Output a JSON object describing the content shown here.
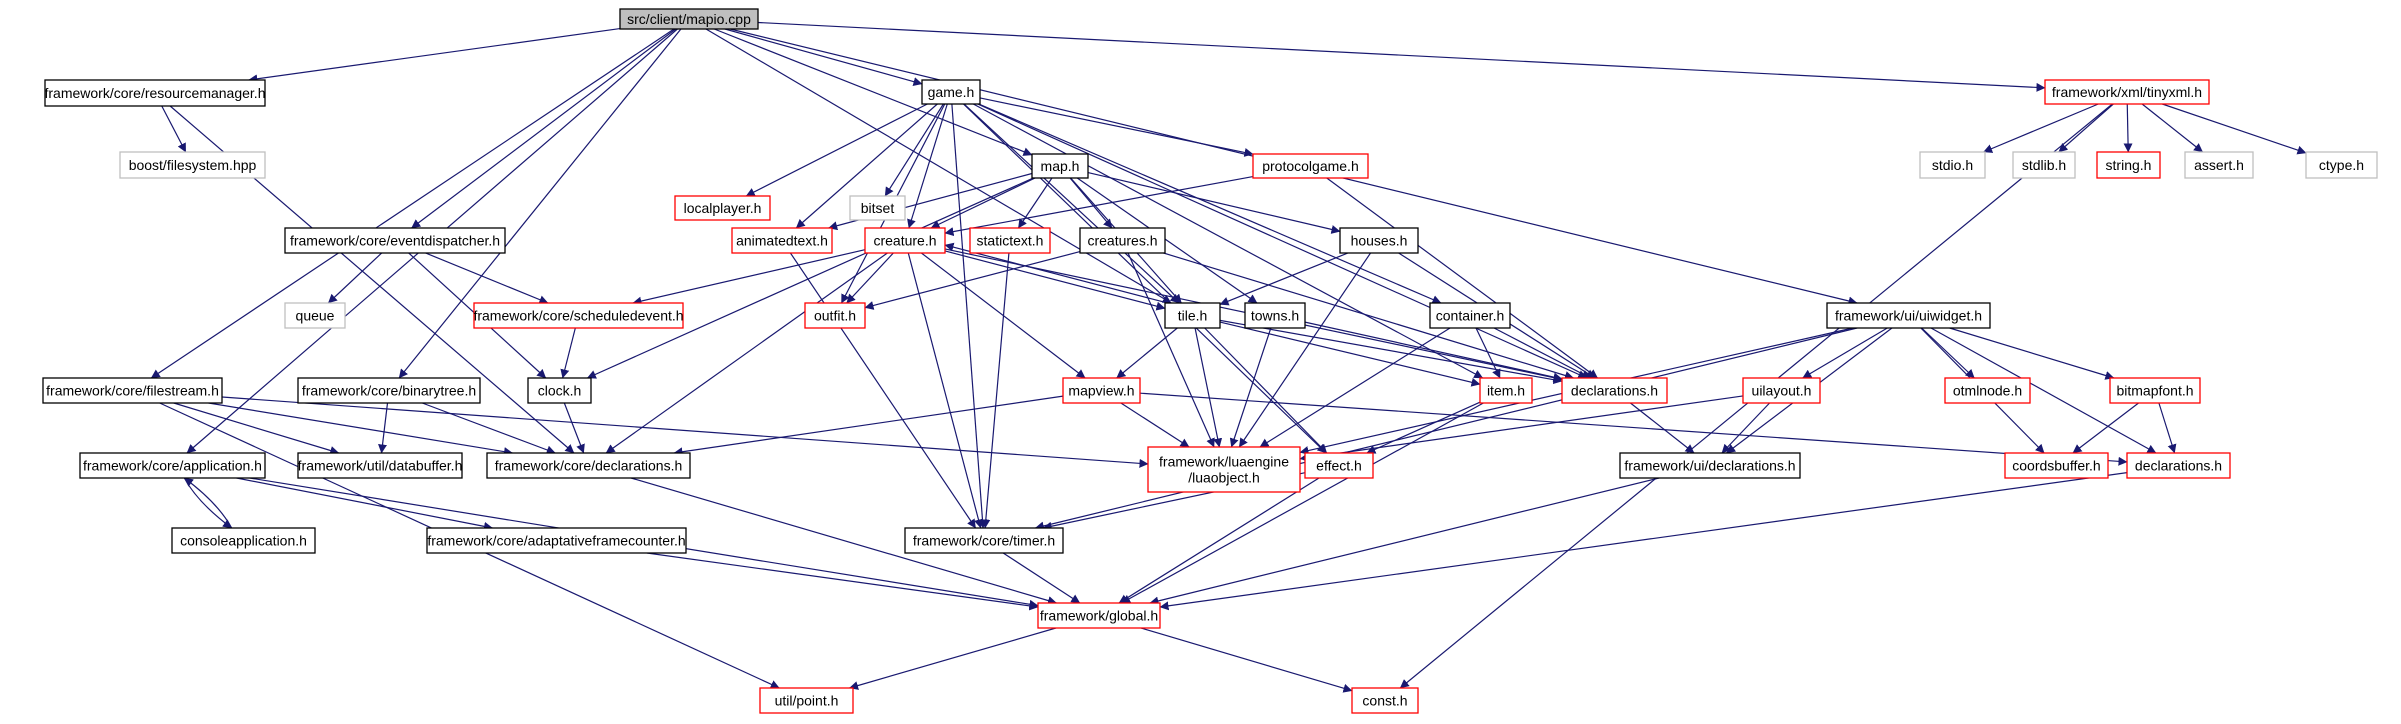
{
  "colors": {
    "edge": "#191970",
    "border_default": "#000000",
    "border_missing": "#bfbfbf",
    "border_red": "#ff0000",
    "fill_root": "#bfbfbf",
    "fill_default": "#ffffff",
    "text": "#000000"
  },
  "nodes": [
    {
      "id": "mapio",
      "label": "src/client/mapio.cpp",
      "style": "root"
    },
    {
      "id": "resourcemanager",
      "label": "framework/core/resourcemanager.h",
      "style": "default"
    },
    {
      "id": "boostfs",
      "label": "boost/filesystem.hpp",
      "style": "missing"
    },
    {
      "id": "game",
      "label": "game.h",
      "style": "default"
    },
    {
      "id": "localplayer",
      "label": "localplayer.h",
      "style": "red"
    },
    {
      "id": "bitset",
      "label": "bitset",
      "style": "missing"
    },
    {
      "id": "mapsrc",
      "label": "map.h",
      "style": "default"
    },
    {
      "id": "protocolgame",
      "label": "protocolgame.h",
      "style": "red"
    },
    {
      "id": "tinyxml",
      "label": "framework/xml/tinyxml.h",
      "style": "red"
    },
    {
      "id": "stdio",
      "label": "stdio.h",
      "style": "missing"
    },
    {
      "id": "stdlib",
      "label": "stdlib.h",
      "style": "missing"
    },
    {
      "id": "stringh",
      "label": "string.h",
      "style": "red"
    },
    {
      "id": "asserth",
      "label": "assert.h",
      "style": "missing"
    },
    {
      "id": "ctype",
      "label": "ctype.h",
      "style": "missing"
    },
    {
      "id": "eventdispatcher",
      "label": "framework/core/eventdispatcher.h",
      "style": "default"
    },
    {
      "id": "animatedtext",
      "label": "animatedtext.h",
      "style": "red"
    },
    {
      "id": "creature",
      "label": "creature.h",
      "style": "red"
    },
    {
      "id": "statictext",
      "label": "statictext.h",
      "style": "red"
    },
    {
      "id": "creatures",
      "label": "creatures.h",
      "style": "default"
    },
    {
      "id": "houses",
      "label": "houses.h",
      "style": "default"
    },
    {
      "id": "queue",
      "label": "queue",
      "style": "missing"
    },
    {
      "id": "scheduledevent",
      "label": "framework/core/scheduledevent.h",
      "style": "red"
    },
    {
      "id": "outfit",
      "label": "outfit.h",
      "style": "red"
    },
    {
      "id": "tile",
      "label": "tile.h",
      "style": "default"
    },
    {
      "id": "towns",
      "label": "towns.h",
      "style": "default"
    },
    {
      "id": "container",
      "label": "container.h",
      "style": "default"
    },
    {
      "id": "uiwidget",
      "label": "framework/ui/uiwidget.h",
      "style": "default"
    },
    {
      "id": "filestream",
      "label": "framework/core/filestream.h",
      "style": "default"
    },
    {
      "id": "binarytree",
      "label": "framework/core/binarytree.h",
      "style": "default"
    },
    {
      "id": "clock",
      "label": "clock.h",
      "style": "default"
    },
    {
      "id": "mapview",
      "label": "mapview.h",
      "style": "red"
    },
    {
      "id": "item",
      "label": "item.h",
      "style": "red"
    },
    {
      "id": "declarations",
      "label": "declarations.h",
      "style": "red"
    },
    {
      "id": "uilayout",
      "label": "uilayout.h",
      "style": "red"
    },
    {
      "id": "otmlnode",
      "label": "otmlnode.h",
      "style": "red"
    },
    {
      "id": "bitmapfont",
      "label": "bitmapfont.h",
      "style": "red"
    },
    {
      "id": "application",
      "label": "framework/core/application.h",
      "style": "default"
    },
    {
      "id": "databuffer",
      "label": "framework/util/databuffer.h",
      "style": "default"
    },
    {
      "id": "coredecl",
      "label": "framework/core/declarations.h",
      "style": "default"
    },
    {
      "id": "luaobject",
      "label": "framework/luaengine\n/luaobject.h",
      "style": "red"
    },
    {
      "id": "effect",
      "label": "effect.h",
      "style": "red"
    },
    {
      "id": "uidecl",
      "label": "framework/ui/declarations.h",
      "style": "default"
    },
    {
      "id": "coordsbuffer",
      "label": "coordsbuffer.h",
      "style": "red"
    },
    {
      "id": "declarations2",
      "label": "declarations.h",
      "style": "red"
    },
    {
      "id": "consoleapp",
      "label": "consoleapplication.h",
      "style": "default"
    },
    {
      "id": "adaptivefc",
      "label": "framework/core/adaptativeframecounter.h",
      "style": "default"
    },
    {
      "id": "timer",
      "label": "framework/core/timer.h",
      "style": "default"
    },
    {
      "id": "global",
      "label": "framework/global.h",
      "style": "red"
    },
    {
      "id": "point",
      "label": "util/point.h",
      "style": "red"
    },
    {
      "id": "consth",
      "label": "const.h",
      "style": "red"
    }
  ],
  "edges": [
    [
      "mapio",
      "resourcemanager"
    ],
    [
      "mapio",
      "game"
    ],
    [
      "mapio",
      "mapsrc"
    ],
    [
      "mapio",
      "tinyxml"
    ],
    [
      "mapio",
      "eventdispatcher"
    ],
    [
      "mapio",
      "binarytree"
    ],
    [
      "mapio",
      "filestream"
    ],
    [
      "mapio",
      "application"
    ],
    [
      "mapio",
      "tile"
    ],
    [
      "mapio",
      "uiwidget"
    ],
    [
      "resourcemanager",
      "boostfs"
    ],
    [
      "resourcemanager",
      "coredecl"
    ],
    [
      "tinyxml",
      "stdio"
    ],
    [
      "tinyxml",
      "stdlib"
    ],
    [
      "tinyxml",
      "stringh"
    ],
    [
      "tinyxml",
      "asserth"
    ],
    [
      "tinyxml",
      "ctype"
    ],
    [
      "tinyxml",
      "consth"
    ],
    [
      "game",
      "localplayer"
    ],
    [
      "game",
      "bitset"
    ],
    [
      "game",
      "protocolgame"
    ],
    [
      "game",
      "animatedtext"
    ],
    [
      "game",
      "creature"
    ],
    [
      "game",
      "outfit"
    ],
    [
      "game",
      "container"
    ],
    [
      "game",
      "item"
    ],
    [
      "game",
      "declarations"
    ],
    [
      "game",
      "effect"
    ],
    [
      "game",
      "timer"
    ],
    [
      "game",
      "tile"
    ],
    [
      "mapsrc",
      "creature"
    ],
    [
      "mapsrc",
      "animatedtext"
    ],
    [
      "mapsrc",
      "statictext"
    ],
    [
      "mapsrc",
      "creatures"
    ],
    [
      "mapsrc",
      "houses"
    ],
    [
      "mapsrc",
      "towns"
    ],
    [
      "mapsrc",
      "tile"
    ],
    [
      "mapsrc",
      "clock"
    ],
    [
      "protocolgame",
      "creature"
    ],
    [
      "protocolgame",
      "declarations"
    ],
    [
      "eventdispatcher",
      "queue"
    ],
    [
      "eventdispatcher",
      "scheduledevent"
    ],
    [
      "eventdispatcher",
      "clock"
    ],
    [
      "animatedtext",
      "timer"
    ],
    [
      "creature",
      "scheduledevent"
    ],
    [
      "creature",
      "outfit"
    ],
    [
      "creature",
      "tile"
    ],
    [
      "creature",
      "mapview"
    ],
    [
      "creature",
      "coredecl"
    ],
    [
      "creature",
      "timer"
    ],
    [
      "creature",
      "declarations"
    ],
    [
      "statictext",
      "timer"
    ],
    [
      "creatures",
      "outfit"
    ],
    [
      "creatures",
      "luaobject"
    ],
    [
      "creatures",
      "declarations"
    ],
    [
      "houses",
      "tile"
    ],
    [
      "houses",
      "luaobject"
    ],
    [
      "houses",
      "declarations"
    ],
    [
      "scheduledevent",
      "clock"
    ],
    [
      "tile",
      "creature"
    ],
    [
      "tile",
      "mapview"
    ],
    [
      "tile",
      "luaobject"
    ],
    [
      "tile",
      "effect"
    ],
    [
      "tile",
      "item"
    ],
    [
      "tile",
      "declarations"
    ],
    [
      "towns",
      "luaobject"
    ],
    [
      "towns",
      "declarations"
    ],
    [
      "container",
      "item"
    ],
    [
      "container",
      "luaobject"
    ],
    [
      "container",
      "declarations"
    ],
    [
      "uiwidget",
      "uilayout"
    ],
    [
      "uiwidget",
      "otmlnode"
    ],
    [
      "uiwidget",
      "bitmapfont"
    ],
    [
      "uiwidget",
      "coordsbuffer"
    ],
    [
      "uiwidget",
      "declarations2"
    ],
    [
      "uiwidget",
      "uidecl"
    ],
    [
      "uiwidget",
      "luaobject"
    ],
    [
      "uiwidget",
      "timer"
    ],
    [
      "filestream",
      "databuffer"
    ],
    [
      "filestream",
      "coredecl"
    ],
    [
      "filestream",
      "luaobject"
    ],
    [
      "filestream",
      "point"
    ],
    [
      "binarytree",
      "databuffer"
    ],
    [
      "binarytree",
      "coredecl"
    ],
    [
      "clock",
      "coredecl"
    ],
    [
      "mapview",
      "luaobject"
    ],
    [
      "mapview",
      "coredecl"
    ],
    [
      "mapview",
      "declarations2"
    ],
    [
      "item",
      "effect"
    ],
    [
      "item",
      "global"
    ],
    [
      "declarations",
      "uidecl"
    ],
    [
      "uilayout",
      "luaobject"
    ],
    [
      "uilayout",
      "uidecl"
    ],
    [
      "bitmapfont",
      "coordsbuffer"
    ],
    [
      "bitmapfont",
      "declarations2"
    ],
    [
      "application",
      "consoleapp"
    ],
    [
      "application",
      "adaptivefc"
    ],
    [
      "application",
      "global"
    ],
    [
      "consoleapp",
      "application"
    ],
    [
      "coredecl",
      "global"
    ],
    [
      "effect",
      "timer"
    ],
    [
      "effect",
      "global"
    ],
    [
      "uidecl",
      "global"
    ],
    [
      "declarations2",
      "global"
    ],
    [
      "adaptivefc",
      "global"
    ],
    [
      "timer",
      "global"
    ],
    [
      "global",
      "point"
    ],
    [
      "global",
      "consth"
    ]
  ]
}
